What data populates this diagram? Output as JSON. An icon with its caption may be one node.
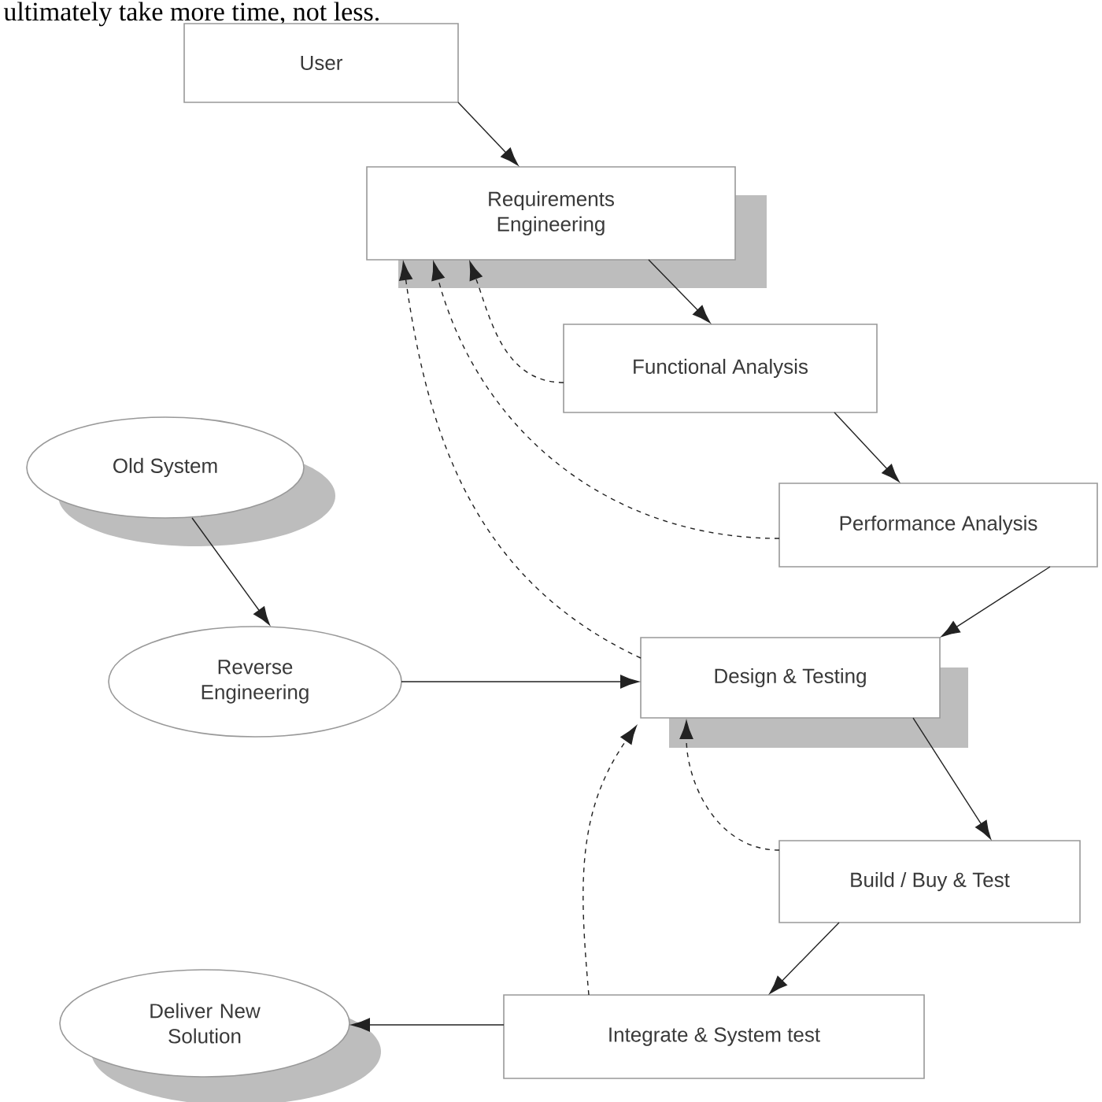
{
  "diagram": {
    "nodes": [
      {
        "text": [
          "User"
        ]
      },
      {
        "text": [
          "Requirements Engineering"
        ]
      },
      {
        "text": [
          "Functional Analysis"
        ]
      },
      {
        "text": [
          "Performance Analysis"
        ]
      },
      {
        "text": [
          "Old System"
        ]
      },
      {
        "text": [
          "Reverse Engineering"
        ]
      },
      {
        "text": [
          "Design & Testing"
        ]
      },
      {
        "text": [
          "Build / Buy & Test"
        ]
      },
      {
        "text": [
          "Integrate & System test"
        ]
      },
      {
        "text": [
          "Deliver New Solution"
        ]
      }
    ],
    "edges": [
      {
        "from": 0,
        "to": 1,
        "arrow": "to"
      },
      {
        "from": 1,
        "to": 2,
        "arrow": "to"
      },
      {
        "from": 2,
        "to": 3,
        "arrow": "to"
      },
      {
        "from": 3,
        "to": 6,
        "arrow": "to"
      },
      {
        "from": 4,
        "to": 5,
        "arrow": "to"
      },
      {
        "from": 5,
        "to": 6,
        "arrow": "to"
      },
      {
        "from": 6,
        "to": 7,
        "arrow": "to"
      },
      {
        "from": 7,
        "to": 8,
        "arrow": "to"
      },
      {
        "from": 8,
        "to": 9,
        "arrow": "to"
      },
      {
        "from": 2,
        "to": 1,
        "arrow": "to",
        "style": "dashed"
      },
      {
        "from": 3,
        "to": 1,
        "arrow": "to",
        "style": "dashed"
      },
      {
        "from": 6,
        "to": 1,
        "arrow": "to",
        "style": "dashed"
      },
      {
        "from": 7,
        "to": 6,
        "arrow": "to",
        "style": "dashed"
      },
      {
        "from": 8,
        "to": 6,
        "arrow": "to",
        "style": "dashed"
      }
    ],
    "labels": [
      "ultimately take more time, not less."
    ]
  }
}
